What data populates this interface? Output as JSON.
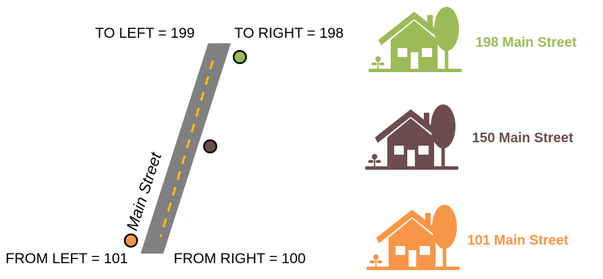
{
  "street": {
    "name": "Main Street",
    "to_left": "TO LEFT = 199",
    "to_right": "TO RIGHT = 198",
    "from_left": "FROM LEFT = 101",
    "from_right": "FROM RIGHT = 100",
    "road_color": "#808080",
    "centerline_color": "#ffc000"
  },
  "points": [
    {
      "id": "top",
      "color": "#9bbb59"
    },
    {
      "id": "middle",
      "color": "#6d4c4f"
    },
    {
      "id": "bottom",
      "color": "#f79646"
    }
  ],
  "addresses": [
    {
      "label": "198 Main Street",
      "color": "#9bbb59",
      "icon": "house-tree-icon"
    },
    {
      "label": "150 Main Street",
      "color": "#6d4c4f",
      "icon": "house-tree-icon"
    },
    {
      "label": "101 Main Street",
      "color": "#f79646",
      "icon": "house-tree-icon"
    }
  ]
}
